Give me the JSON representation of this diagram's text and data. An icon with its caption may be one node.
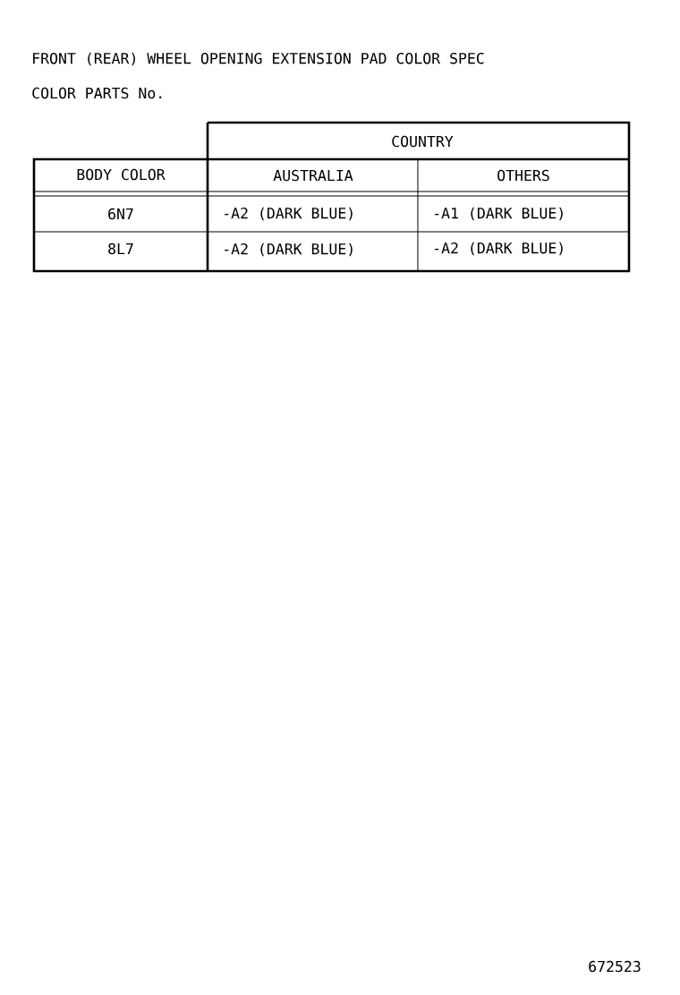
{
  "diagram": {
    "title": "FRONT (REAR) WHEEL OPENING EXTENSION PAD COLOR SPEC",
    "labels": [
      "COLOR PARTS No.",
      "COUNTRY",
      "BODY COLOR",
      "AUSTRALIA",
      "OTHERS",
      "6N7",
      "-A2 (DARK BLUE)",
      "-A1 (DARK BLUE)",
      "8L7",
      "-A2 (DARK BLUE)",
      "-A2 (DARK BLUE)",
      "672523"
    ]
  }
}
